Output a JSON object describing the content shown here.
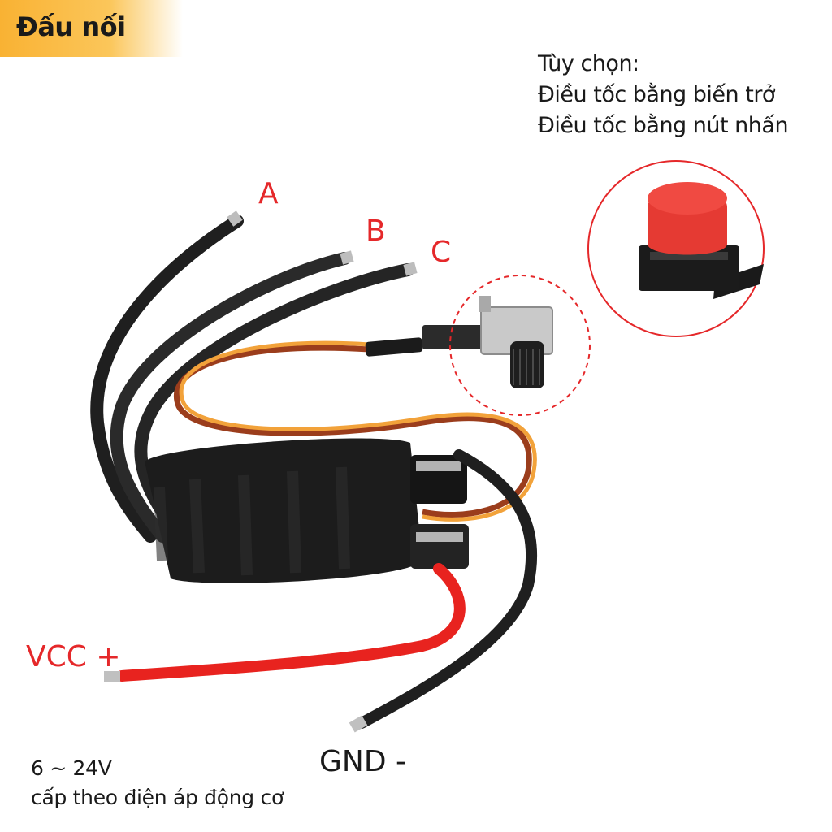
{
  "header": {
    "title": "Đấu nối"
  },
  "options": {
    "heading": "Tùy chọn:",
    "items": [
      "Điều tốc bằng biến trở",
      "Điều tốc bằng nút nhấn"
    ]
  },
  "wire_labels": {
    "a": "A",
    "b": "B",
    "c": "C",
    "vcc": "VCC +",
    "gnd": "GND -"
  },
  "power": {
    "range": "6 ~ 24V",
    "note": "cấp theo điện áp động cơ"
  },
  "colors": {
    "accent": "#f9b233",
    "label_red": "#e5282a",
    "wire_black": "#222222",
    "wire_red": "#e8231f",
    "highlight_circle": "#e5282a"
  }
}
